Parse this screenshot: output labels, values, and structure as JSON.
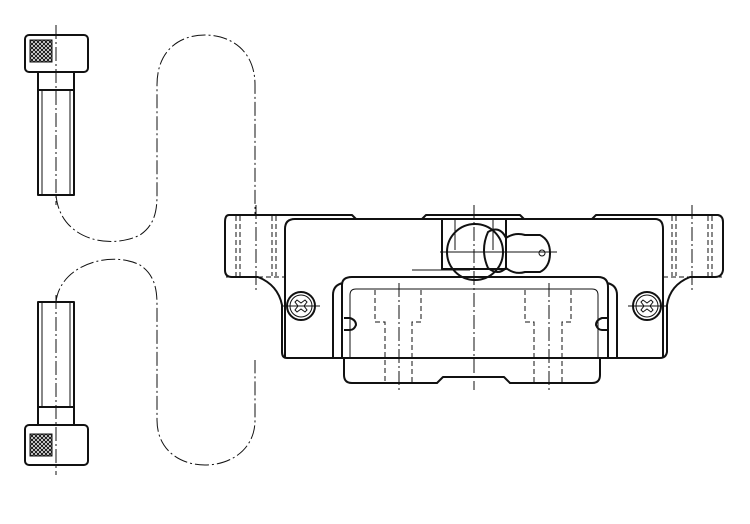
{
  "drawing": {
    "type": "technical line drawing",
    "subjects": [
      "socket-head-cap-screw",
      "socket-head-cap-screw",
      "linear-guide-carriage",
      "guide-rail",
      "grease-nipple",
      "end-seal-screws"
    ],
    "line_color": "#111111",
    "background": "#ffffff"
  }
}
